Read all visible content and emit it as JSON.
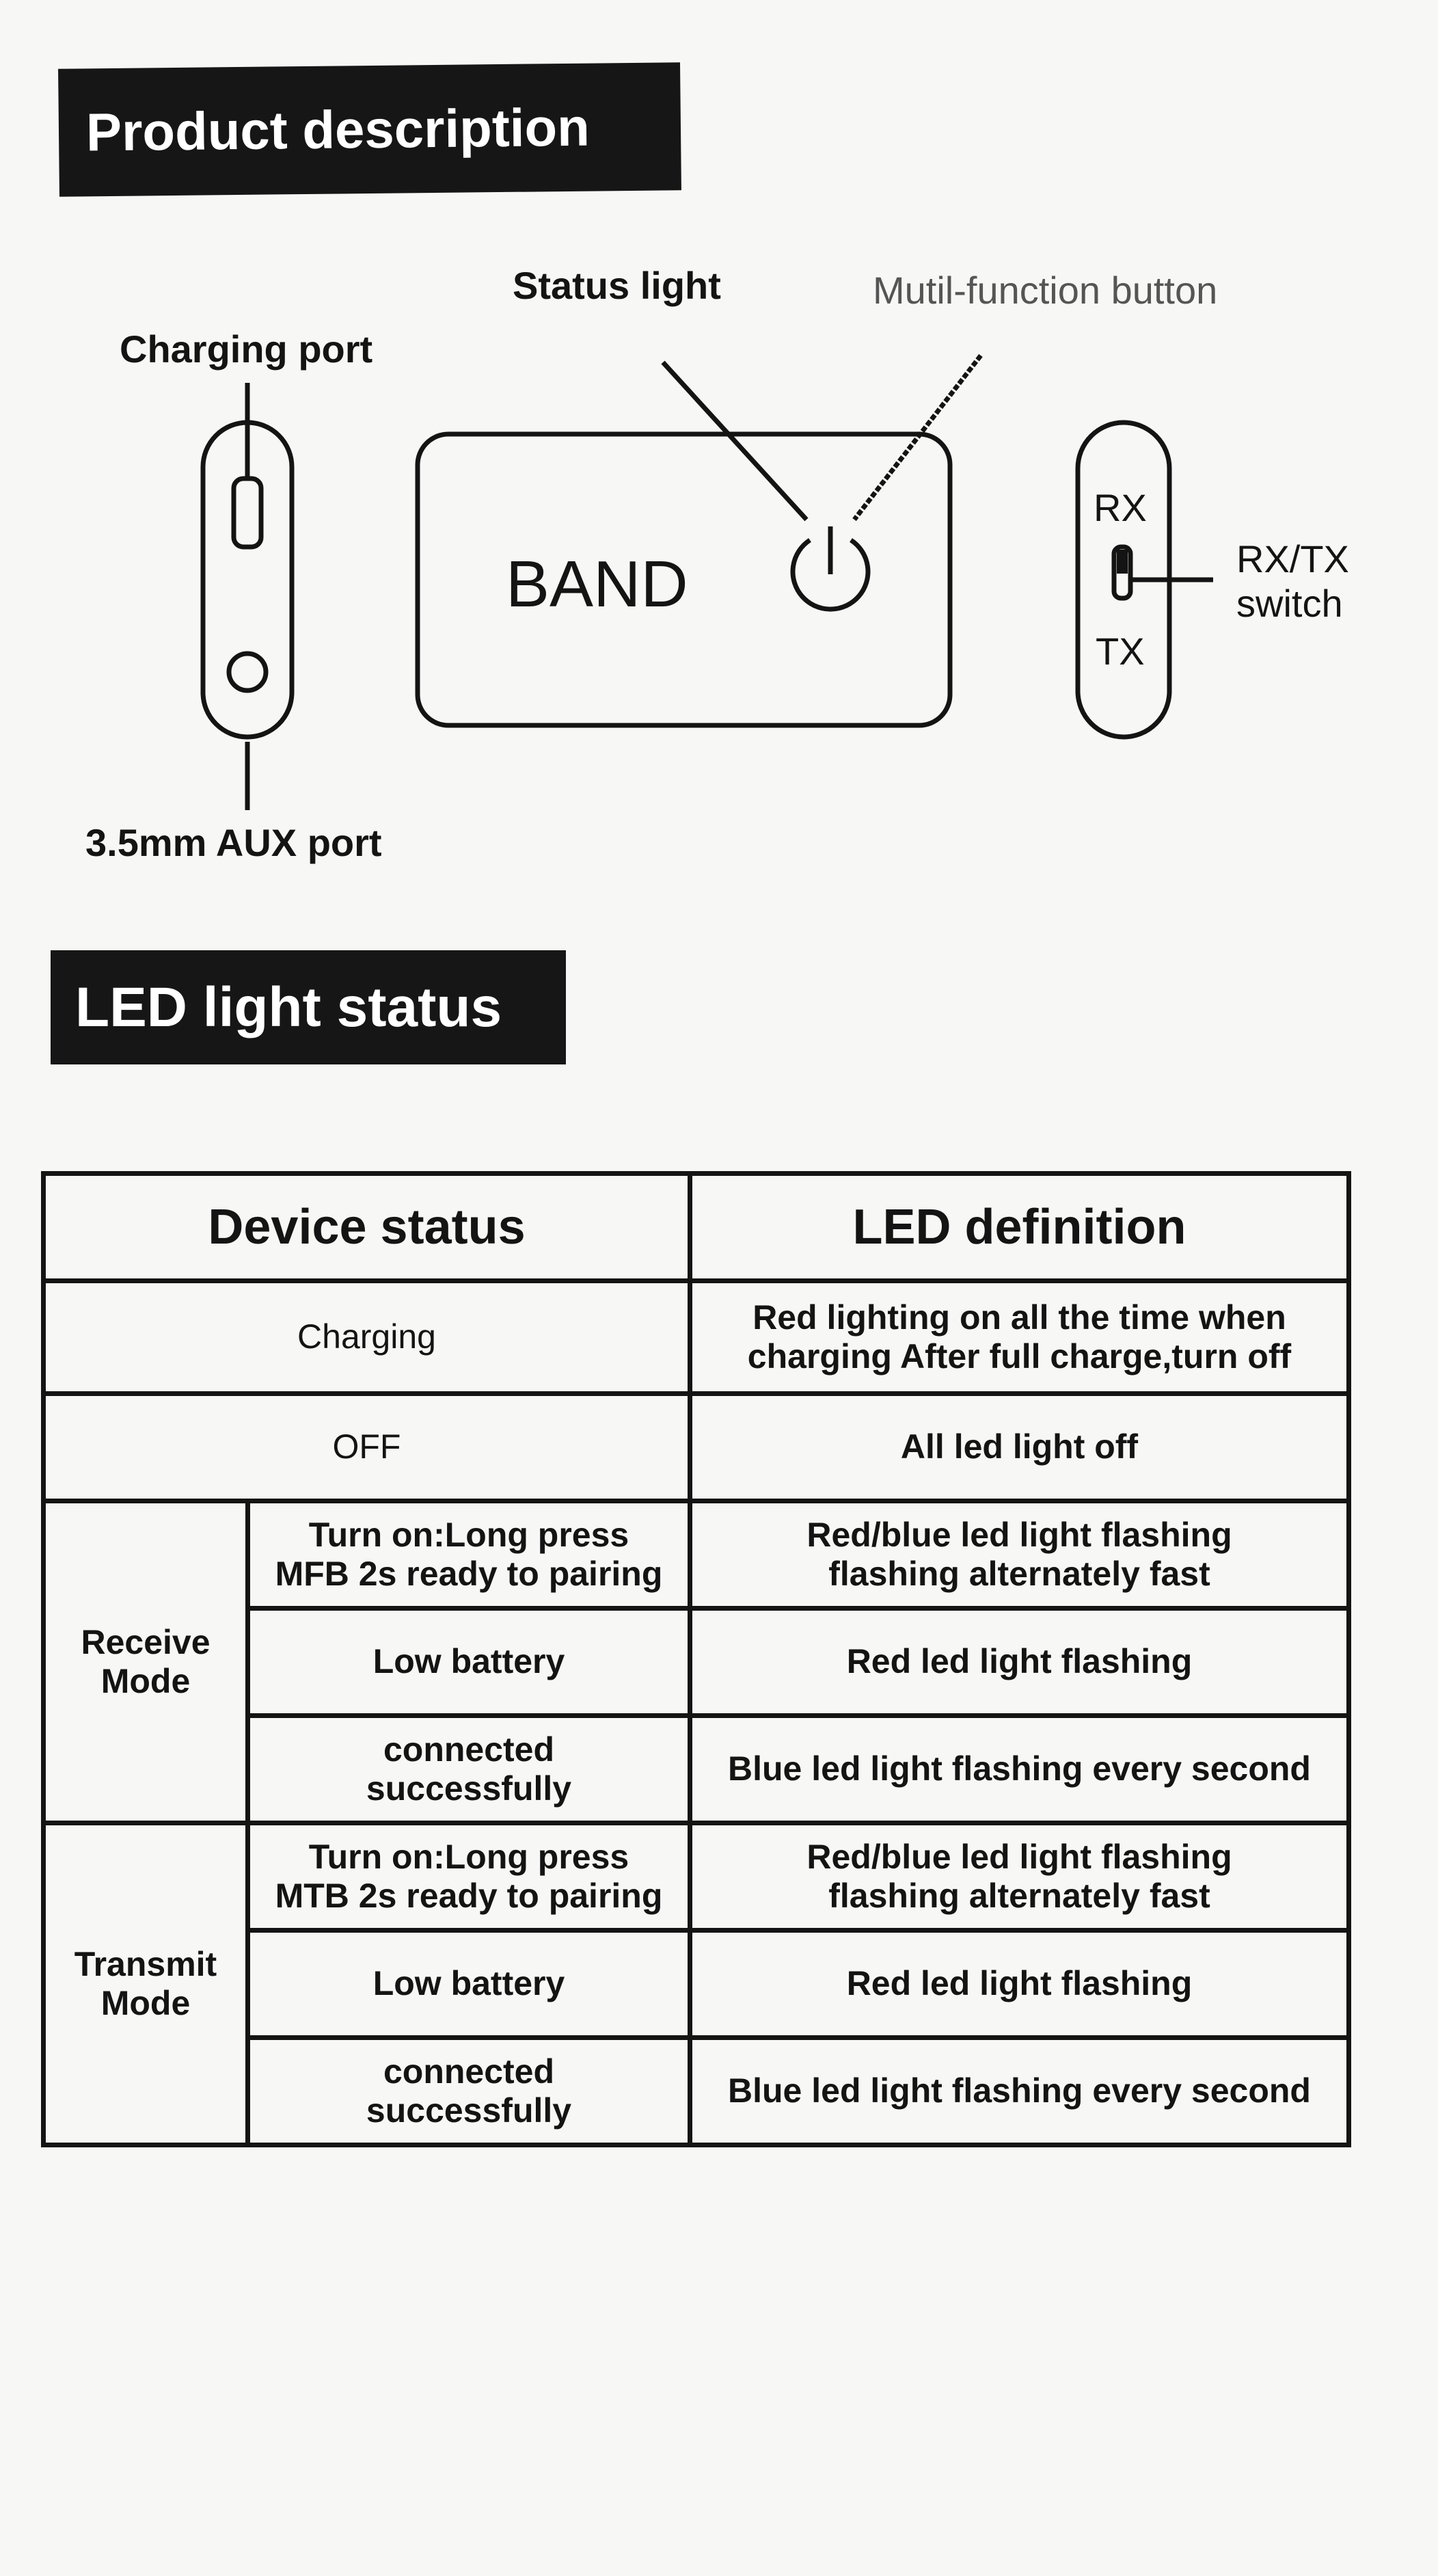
{
  "sections": {
    "product_description": "Product description",
    "led_status": "LED light status"
  },
  "diagram": {
    "status_light": "Status light",
    "multi_function_button": "Mutil-function button",
    "charging_port": "Charging port",
    "aux_port": "3.5mm AUX port",
    "device_label": "BAND",
    "rx": "RX",
    "tx": "TX",
    "switch_label_1": "RX/TX",
    "switch_label_2": "switch",
    "icons": [
      "usb-port-icon",
      "aux-jack-icon",
      "power-icon",
      "slide-switch-icon"
    ]
  },
  "table": {
    "headers": [
      "Device status",
      "LED definition"
    ],
    "charging": {
      "status": "Charging",
      "led": [
        "Red lighting on all the time when",
        "charging After full charge,turn off"
      ]
    },
    "off": {
      "status": "OFF",
      "led": "All led light off"
    },
    "receive": {
      "mode": [
        "Receive",
        "Mode"
      ],
      "rows": [
        {
          "status": [
            "Turn on:Long press",
            "MFB 2s ready to pairing"
          ],
          "led": [
            "Red/blue led light flashing",
            "flashing alternately fast"
          ]
        },
        {
          "status": [
            "Low battery"
          ],
          "led": [
            "Red led light flashing"
          ]
        },
        {
          "status": [
            "connected",
            "successfully"
          ],
          "led": [
            "Blue led light flashing every second"
          ]
        }
      ]
    },
    "transmit": {
      "mode": [
        "Transmit",
        "Mode"
      ],
      "rows": [
        {
          "status": [
            "Turn on:Long press",
            "MTB 2s ready to pairing"
          ],
          "led": [
            "Red/blue led light flashing",
            "flashing alternately fast"
          ]
        },
        {
          "status": [
            "Low battery"
          ],
          "led": [
            "Red led light flashing"
          ]
        },
        {
          "status": [
            "connected",
            "successfully"
          ],
          "led": [
            "Blue led light flashing every second"
          ]
        }
      ]
    }
  }
}
